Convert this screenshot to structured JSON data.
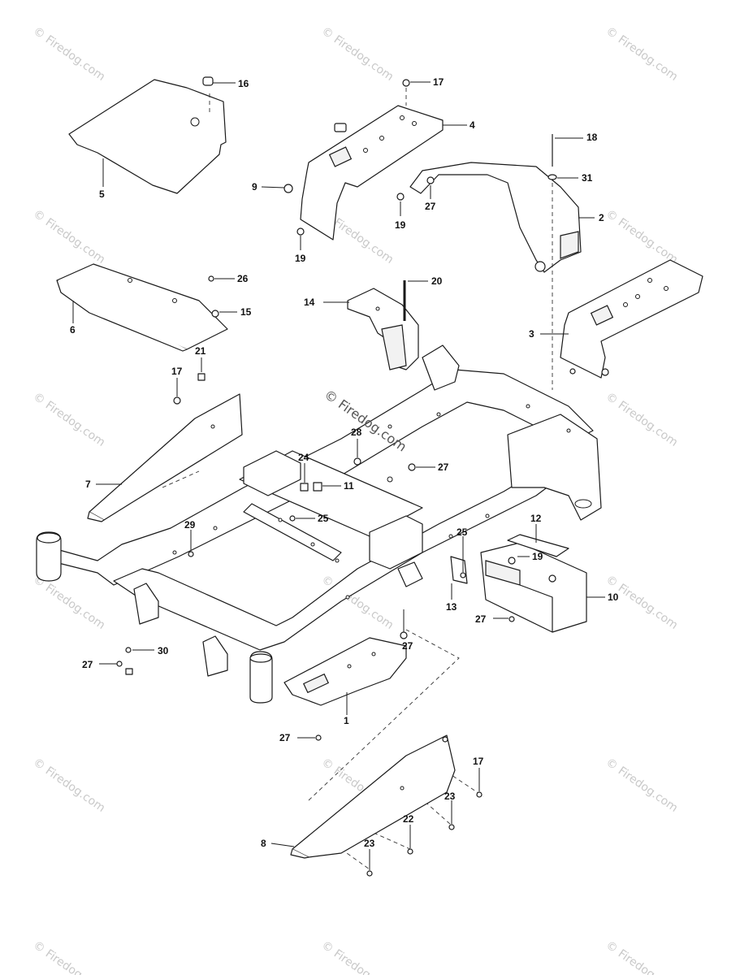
{
  "watermark": {
    "text": "© Firedog.com",
    "color": "#c9c9c9",
    "center_text": "© Firedog.com"
  },
  "callouts": {
    "c1": "1",
    "c2": "2",
    "c3": "3",
    "c4": "4",
    "c5": "5",
    "c6": "6",
    "c7": "7",
    "c8": "8",
    "c9": "9",
    "c10": "10",
    "c11": "11",
    "c12": "12",
    "c13": "13",
    "c14": "14",
    "c15": "15",
    "c16": "16",
    "c17a": "17",
    "c17b": "17",
    "c17c": "17",
    "c18": "18",
    "c19a": "19",
    "c19b": "19",
    "c19c": "19",
    "c20": "20",
    "c21": "21",
    "c22": "22",
    "c23a": "23",
    "c23b": "23",
    "c24": "24",
    "c25a": "25",
    "c25b": "25",
    "c26": "26",
    "c27a": "27",
    "c27b": "27",
    "c27c": "27",
    "c27d": "27",
    "c27e": "27",
    "c27f": "27",
    "c28": "28",
    "c29": "29",
    "c30": "30",
    "c31": "31"
  }
}
